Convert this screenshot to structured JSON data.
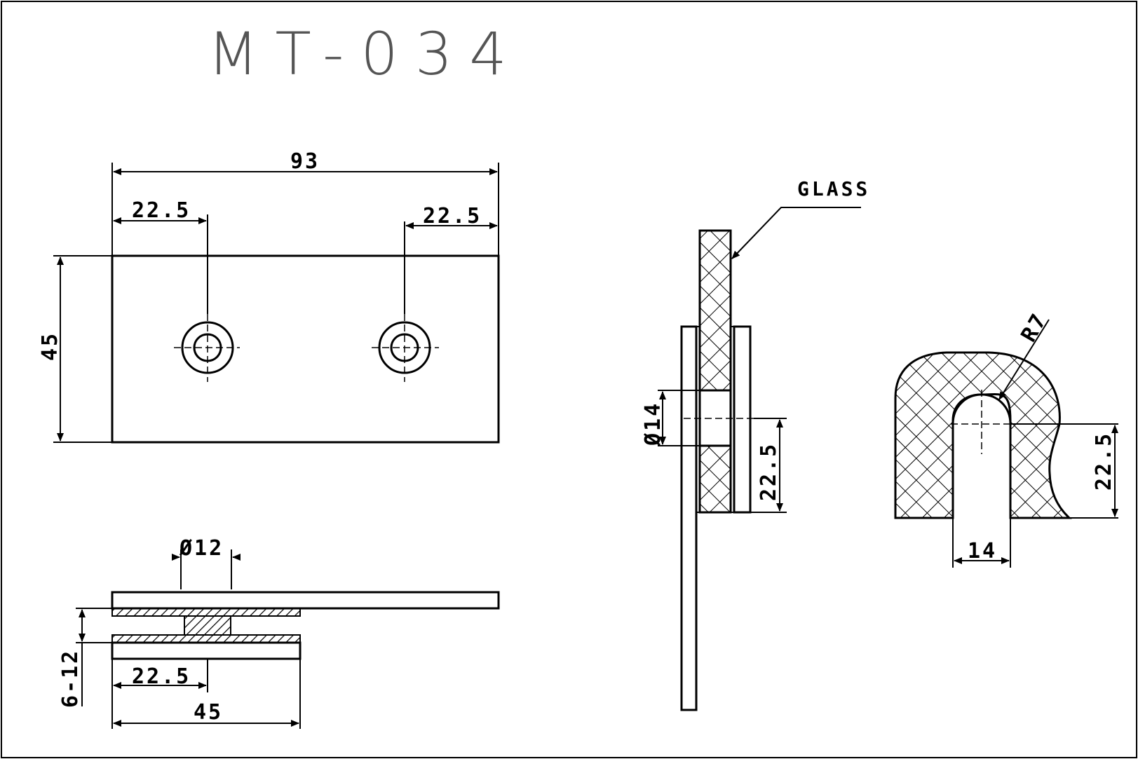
{
  "title": "MT-034",
  "dimensions": {
    "overall_length": "93",
    "left_hole_offset": "22.5",
    "right_hole_offset": "22.5",
    "plate_height": "45",
    "hole_dia_small": "Ø12",
    "glass_thickness_range": "6-12",
    "bottom_hole_offset": "22.5",
    "bottom_width": "45",
    "side_hole_dia": "Ø14",
    "side_offset": "22.5",
    "profile_radius": "R7",
    "profile_offset": "22.5",
    "profile_slot_width": "14"
  },
  "labels": {
    "glass": "GLASS"
  },
  "colors": {
    "line": "#000000",
    "title": "#555555",
    "background": "#ffffff"
  }
}
